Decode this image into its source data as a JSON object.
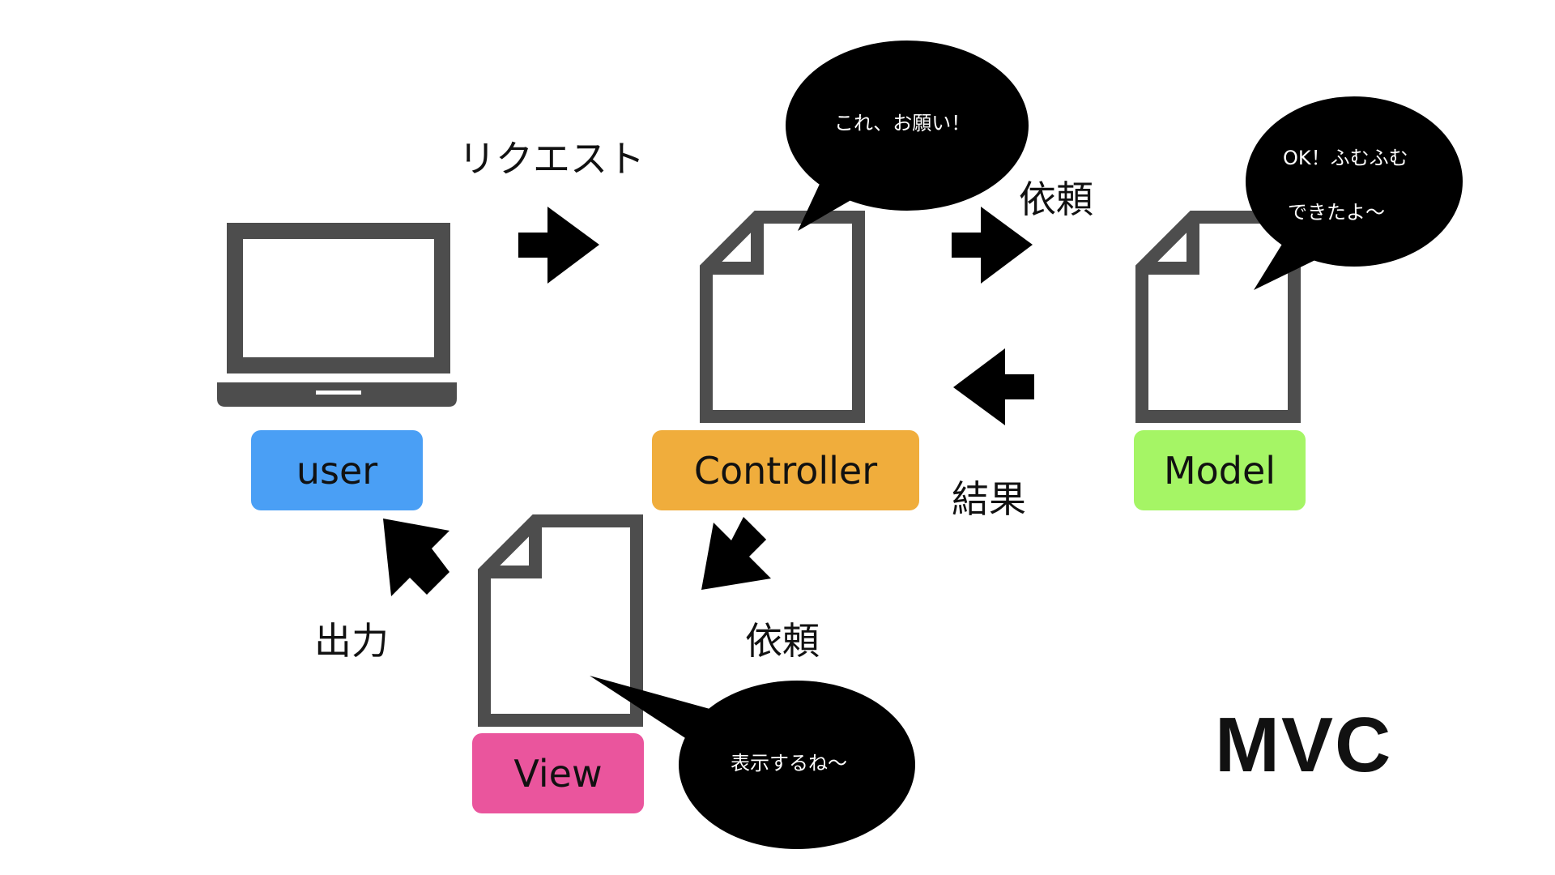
{
  "nodes": {
    "user": {
      "label": "user",
      "color": "#4a9ff5"
    },
    "controller": {
      "label": "Controller",
      "color": "#f0ad3c"
    },
    "model": {
      "label": "Model",
      "color": "#a5f565"
    },
    "view": {
      "label": "View",
      "color": "#ea559d"
    }
  },
  "arrows": {
    "request": "リクエスト",
    "delegate_model": "依頼",
    "result": "結果",
    "delegate_view": "依頼",
    "output": "出力"
  },
  "bubbles": {
    "controller": "これ、お願い！",
    "model_line1": "OK！ふむふむ",
    "model_line2": "できたよ〜",
    "view": "表示するね〜"
  },
  "title": "MVC",
  "icons": [
    "laptop-icon",
    "document-icon",
    "arrow-icon",
    "speech-bubble-icon"
  ],
  "colors": {
    "icon": "#4d4d4d",
    "arrow": "#000000",
    "bubble": "#000000"
  }
}
